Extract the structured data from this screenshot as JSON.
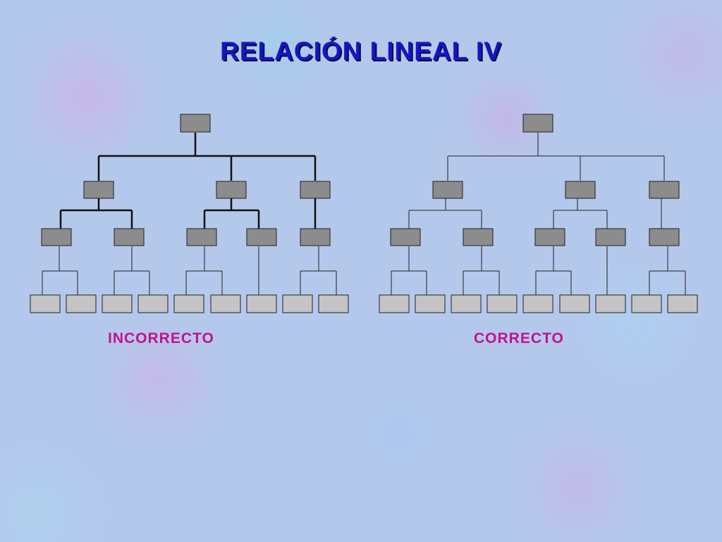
{
  "slide": {
    "title": "RELACIÓN LINEAL IV",
    "labels": {
      "left": "INCORRECTO",
      "right": "CORRECTO"
    }
  },
  "colors": {
    "title": "#1416c8",
    "label": "#c0148c",
    "box_upper": "#8c8c8c",
    "box_leaf": "#c4c4c4",
    "line": "#202020"
  },
  "diagrams": [
    {
      "name": "incorrect-org-chart",
      "connector_style": "thick",
      "levels": [
        1,
        3,
        5,
        9
      ]
    },
    {
      "name": "correct-org-chart",
      "connector_style": "thin",
      "levels": [
        1,
        3,
        5,
        9
      ]
    }
  ]
}
